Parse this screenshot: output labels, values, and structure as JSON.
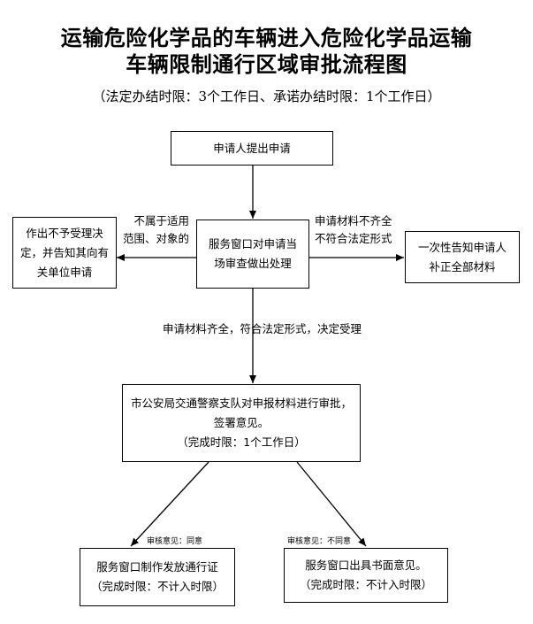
{
  "title": {
    "line1": "运输危险化学品的车辆进入危险化学品运输",
    "line2": "车辆限制通行区域审批流程图"
  },
  "subtitle": "（法定办结时限：3个工作日、承诺办结时限：1个工作日）",
  "nodes": {
    "apply": "申请人提出申请",
    "review": [
      "服务窗口对申请当",
      "场审查做出处理"
    ],
    "reject": [
      "作出不予受理决",
      "定，并告知其向有",
      "关单位申请"
    ],
    "notify": [
      "一次性告知申请人",
      "补正全部材料"
    ],
    "police": [
      "市公安局交通警察支队对申报材料进行审批，",
      "签署意见。",
      "（完成时限：1个工作日）"
    ],
    "issue": [
      "服务窗口制作发放通行证",
      "（完成时限：不计入时限）"
    ],
    "opinion": [
      "服务窗口出具书面意见。",
      "（完成时限：不计入时限）"
    ]
  },
  "edge_labels": {
    "not_applicable": [
      "不属于适用",
      "范围、对象的"
    ],
    "incomplete": [
      "申请材料不齐全",
      "不符合法定形式"
    ],
    "complete": "申请材料齐全，符合法定形式，决定受理",
    "agree": "审核意见：同意",
    "disagree": "审核意见：不同意"
  }
}
